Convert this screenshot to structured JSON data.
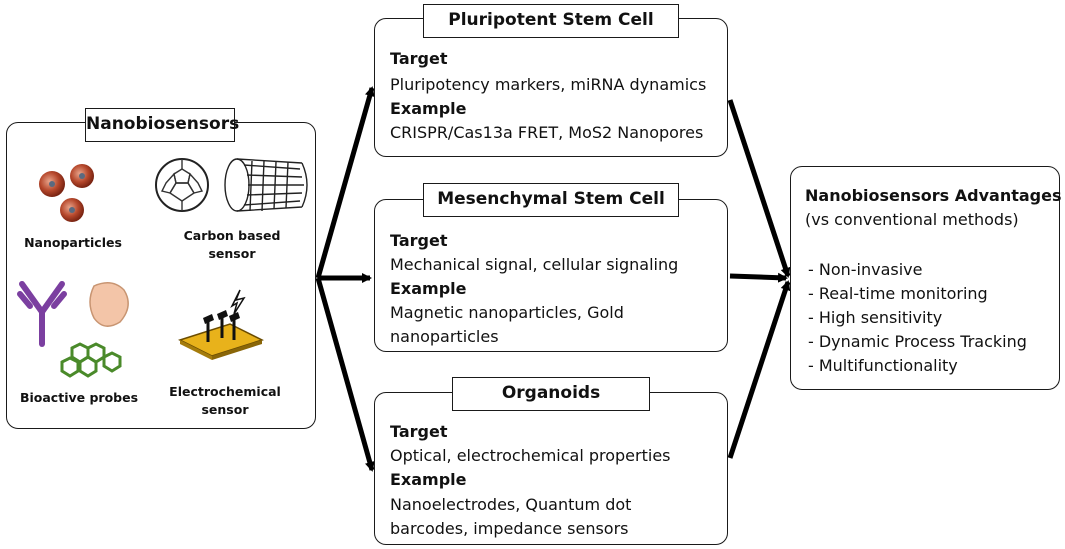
{
  "nanobiosensors": {
    "title": "Nanobiosensors",
    "items": [
      {
        "label": "Nanoparticles"
      },
      {
        "label": "Carbon based sensor",
        "line1": "Carbon based",
        "line2": "sensor"
      },
      {
        "label": "Bioactive probes"
      },
      {
        "label": "Electrochemical sensor",
        "line1": "Electrochemical",
        "line2": "sensor"
      }
    ]
  },
  "cells": [
    {
      "title": "Pluripotent Stem Cell",
      "target_label": "Target",
      "target": "Pluripotency markers, miRNA dynamics",
      "example_label": "Example",
      "example_lines": [
        "CRISPR/Cas13a FRET, MoS2 Nanopores"
      ]
    },
    {
      "title": "Mesenchymal Stem Cell",
      "target_label": "Target",
      "target": "Mechanical signal, cellular signaling",
      "example_label": "Example",
      "example_lines": [
        "Magnetic nanoparticles, Gold",
        "nanoparticles"
      ]
    },
    {
      "title": "Organoids",
      "target_label": "Target",
      "target": "Optical, electrochemical properties",
      "example_label": "Example",
      "example_lines": [
        "Nanoelectrodes, Quantum dot",
        "barcodes, impedance sensors"
      ]
    }
  ],
  "advantages": {
    "title": "Nanobiosensors Advantages",
    "subtitle": "(vs conventional methods)",
    "items": [
      "- Non-invasive",
      "- Real-time monitoring",
      "- High sensitivity",
      "- Dynamic Process Tracking",
      "- Multifunctionality"
    ]
  }
}
